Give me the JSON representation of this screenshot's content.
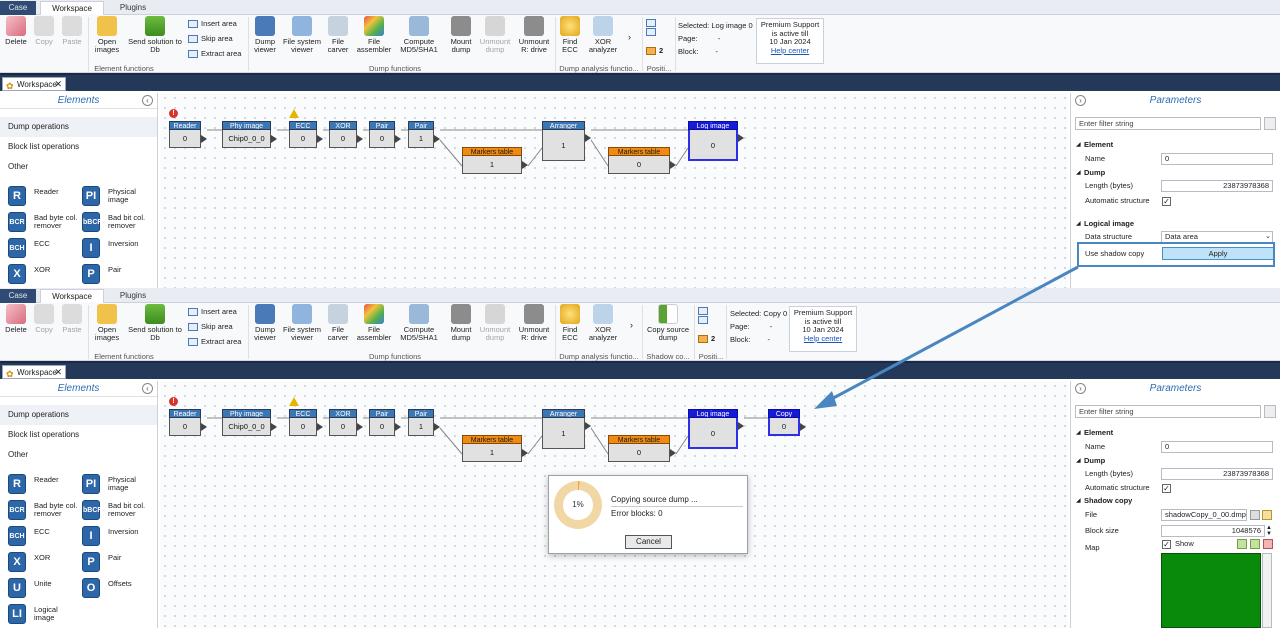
{
  "tabs": {
    "case": "Case",
    "workspace": "Workspace",
    "plugins": "Plugins"
  },
  "ribbon": {
    "delete": "Delete",
    "copy": "Copy",
    "paste": "Paste",
    "open_images": "Open images",
    "send_solution": "Send solution to Db",
    "insert_area": "Insert area",
    "skip_area": "Skip area",
    "extract_area": "Extract area",
    "group_element": "Element functions",
    "dump_viewer": "Dump viewer",
    "fs_viewer": "File system viewer",
    "file_carver": "File carver",
    "file_assembler": "File assembler",
    "compute_md5": "Compute MD5/SHA1",
    "mount_dump": "Mount dump",
    "unmount_dump": "Unmount dump",
    "unmount_r": "Unmount R: drive",
    "group_dump": "Dump functions",
    "find_ecc": "Find ECC",
    "xor_analyzer": "XOR analyzer",
    "group_analysis": "Dump analysis functio...",
    "group_pos": "Positi...",
    "pos_count": "2",
    "copy_source_dump": "Copy source dump",
    "group_shadow": "Shadow co...",
    "page_label": "Page:",
    "page_val": "-",
    "block_label": "Block:",
    "block_val": "-",
    "premium_line1": "Premium Support",
    "premium_line2": "is active till",
    "premium_line3": "10 Jan 2024",
    "help_center": "Help center"
  },
  "top": {
    "selected": "Selected: Log image 0"
  },
  "bottom": {
    "selected": "Selected: Copy 0"
  },
  "workspace_tab": "Workspace",
  "elements": {
    "title": "Elements",
    "categories": [
      "Dump operations",
      "Block list operations",
      "Other"
    ],
    "tiles_top": [
      {
        "icon": "R",
        "label": "Reader"
      },
      {
        "icon": "PI",
        "label": "Physical image"
      },
      {
        "icon": "BCR",
        "label": "Bad byte col. remover"
      },
      {
        "icon": "bBCR",
        "label": "Bad bit col. remover"
      },
      {
        "icon": "BCH",
        "label": "ECC"
      },
      {
        "icon": "I",
        "label": "Inversion"
      },
      {
        "icon": "X",
        "label": "XOR"
      },
      {
        "icon": "P",
        "label": "Pair"
      }
    ],
    "tiles_bottom": [
      {
        "icon": "R",
        "label": "Reader"
      },
      {
        "icon": "PI",
        "label": "Physical image"
      },
      {
        "icon": "BCR",
        "label": "Bad byte col. remover"
      },
      {
        "icon": "bBCR",
        "label": "Bad bit col. remover"
      },
      {
        "icon": "BCH",
        "label": "ECC"
      },
      {
        "icon": "I",
        "label": "Inversion"
      },
      {
        "icon": "X",
        "label": "XOR"
      },
      {
        "icon": "P",
        "label": "Pair"
      },
      {
        "icon": "U",
        "label": "Unite"
      },
      {
        "icon": "O",
        "label": "Offsets"
      },
      {
        "icon": "LI",
        "label": "Logical image"
      }
    ]
  },
  "graph": {
    "reader": {
      "title": "Reader",
      "value": "0"
    },
    "phy": {
      "title": "Phy image",
      "value": "Chip0_0_0"
    },
    "ecc": {
      "title": "ECC",
      "value": "0"
    },
    "xor": {
      "title": "XOR",
      "value": "0"
    },
    "pair1": {
      "title": "Pair",
      "value": "0"
    },
    "pair2": {
      "title": "Pair",
      "value": "1"
    },
    "markers1": {
      "title": "Markers table",
      "value": "1"
    },
    "arranger": {
      "title": "Arranger",
      "value": "1"
    },
    "markers2": {
      "title": "Markers table",
      "value": "0"
    },
    "log": {
      "title": "Log image",
      "value": "0"
    },
    "copy": {
      "title": "Copy",
      "value": "0"
    }
  },
  "params": {
    "title": "Parameters",
    "filter_placeholder": "Enter filter string",
    "element": "Element",
    "name_label": "Name",
    "name_value": "0",
    "dump": "Dump",
    "length_label": "Length (bytes)",
    "length_value": "23873978368",
    "auto_label": "Automatic structure",
    "logical": "Logical image",
    "ds_label": "Data structure",
    "ds_value": "Data area",
    "shadow_label": "Use shadow copy",
    "apply": "Apply",
    "shadow_copy": "Shadow copy",
    "file_label": "File",
    "file_value": "shadowCopy_0_00.dmp",
    "block_size_label": "Block size",
    "block_size_value": "1048576",
    "map_label": "Map",
    "show_label": "Show"
  },
  "dialog": {
    "progress": "1%",
    "progress_value": 0.01,
    "copying": "Copying source dump ...",
    "error_blocks": "Error blocks: 0",
    "cancel": "Cancel"
  },
  "colors": {
    "accent": "#3c77b5",
    "markers": "#ef8a12",
    "log_image": "#1519d8",
    "map": "#0a8a0a",
    "arrow": "#4a86c0"
  }
}
